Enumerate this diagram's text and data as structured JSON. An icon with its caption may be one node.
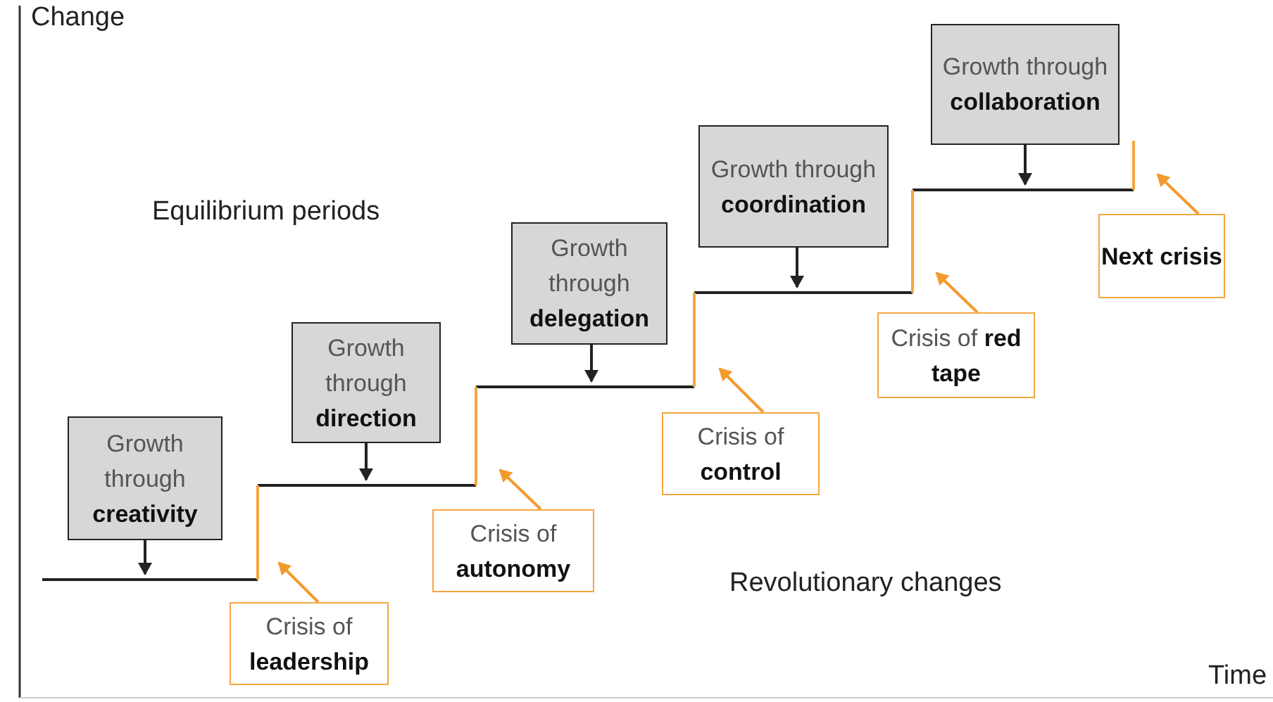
{
  "diagram": {
    "nodes": [
      {
        "text": [
          "Growth through **creativity**"
        ]
      },
      {
        "text": [
          "Growth through **direction**"
        ]
      },
      {
        "text": [
          "Growth through **delegation**"
        ]
      },
      {
        "text": [
          "Growth through **coordination**"
        ]
      },
      {
        "text": [
          "Growth through **collaboration**"
        ]
      },
      {
        "text": [
          "Crisis of **leadership**"
        ]
      },
      {
        "text": [
          "Crisis of **autonomy**"
        ]
      },
      {
        "text": [
          "Crisis of **control**"
        ]
      },
      {
        "text": [
          "Crisis of **red tape**"
        ]
      },
      {
        "text": [
          "Next crisis"
        ]
      }
    ],
    "edges": [
      {
        "from": 0,
        "to": null,
        "arrow": "to"
      },
      {
        "from": 1,
        "to": null,
        "arrow": "to"
      },
      {
        "from": 2,
        "to": null,
        "arrow": "to"
      },
      {
        "from": 3,
        "to": null,
        "arrow": "to"
      },
      {
        "from": 4,
        "to": null,
        "arrow": "to"
      },
      {
        "from": 5,
        "to": null,
        "arrow": "to",
        "color": "#f39a2c"
      },
      {
        "from": 6,
        "to": null,
        "arrow": "to",
        "color": "#f39a2c"
      },
      {
        "from": 7,
        "to": null,
        "arrow": "to",
        "color": "#f39a2c"
      },
      {
        "from": 8,
        "to": null,
        "arrow": "to",
        "color": "#f39a2c"
      },
      {
        "from": 9,
        "to": null,
        "arrow": "to",
        "color": "#f39a2c"
      }
    ],
    "labels": [
      "Change",
      "Equilibrium periods",
      "Revolutionary changes",
      "Time"
    ]
  }
}
